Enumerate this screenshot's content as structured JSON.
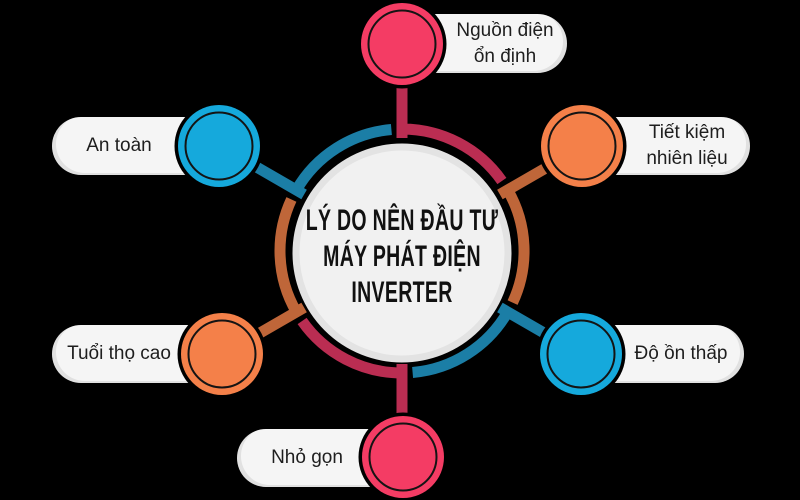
{
  "canvas": {
    "background": "#000000"
  },
  "center": {
    "title": "LÝ DO NÊN ĐẦU TƯ MÁY PHÁT ĐIỆN INVERTER",
    "title_lines": [
      "LÝ DO NÊN ĐẦU TƯ",
      "MÁY PHÁT ĐIỆN",
      "INVERTER"
    ],
    "fill": "#f1f1f1",
    "rim_color": "#e3e3e3",
    "text_color": "#111111"
  },
  "pill_style": {
    "bg": "#f5f5f5",
    "text_color": "#1e1e1e"
  },
  "nodes": [
    {
      "id": "nguon-dien-on-dinh",
      "position": "top",
      "label": "Nguồn điện ổn định",
      "label_line1": "Nguồn điện",
      "label_line2": "ổn định",
      "label_side": "right",
      "dot_color": "#f43c64",
      "connector_color": "#ba2d52"
    },
    {
      "id": "tiet-kiem-nhien-lieu",
      "position": "top-right",
      "label": "Tiết kiệm nhiên liệu",
      "label_line1": "Tiết kiệm",
      "label_line2": "nhiên liệu",
      "label_side": "right",
      "dot_color": "#f48049",
      "connector_color": "#bf6639"
    },
    {
      "id": "do-on-thap",
      "position": "bottom-right",
      "label": "Độ ồn thấp",
      "label_line1": "Độ ồn thấp",
      "label_side": "right",
      "dot_color": "#15a9dc",
      "connector_color": "#1b7ea6"
    },
    {
      "id": "nho-gon",
      "position": "bottom",
      "label": "Nhỏ gọn",
      "label_line1": "Nhỏ gọn",
      "label_side": "left",
      "dot_color": "#f43c64",
      "connector_color": "#ba2d52"
    },
    {
      "id": "tuoi-tho-cao",
      "position": "bottom-left",
      "label": "Tuổi thọ cao",
      "label_line1": "Tuổi thọ cao",
      "label_side": "left",
      "dot_color": "#f48049",
      "connector_color": "#bf6639"
    },
    {
      "id": "an-toan",
      "position": "top-left",
      "label": "An toàn",
      "label_line1": "An toàn",
      "label_side": "left",
      "dot_color": "#15a9dc",
      "connector_color": "#1b7ea6"
    }
  ]
}
